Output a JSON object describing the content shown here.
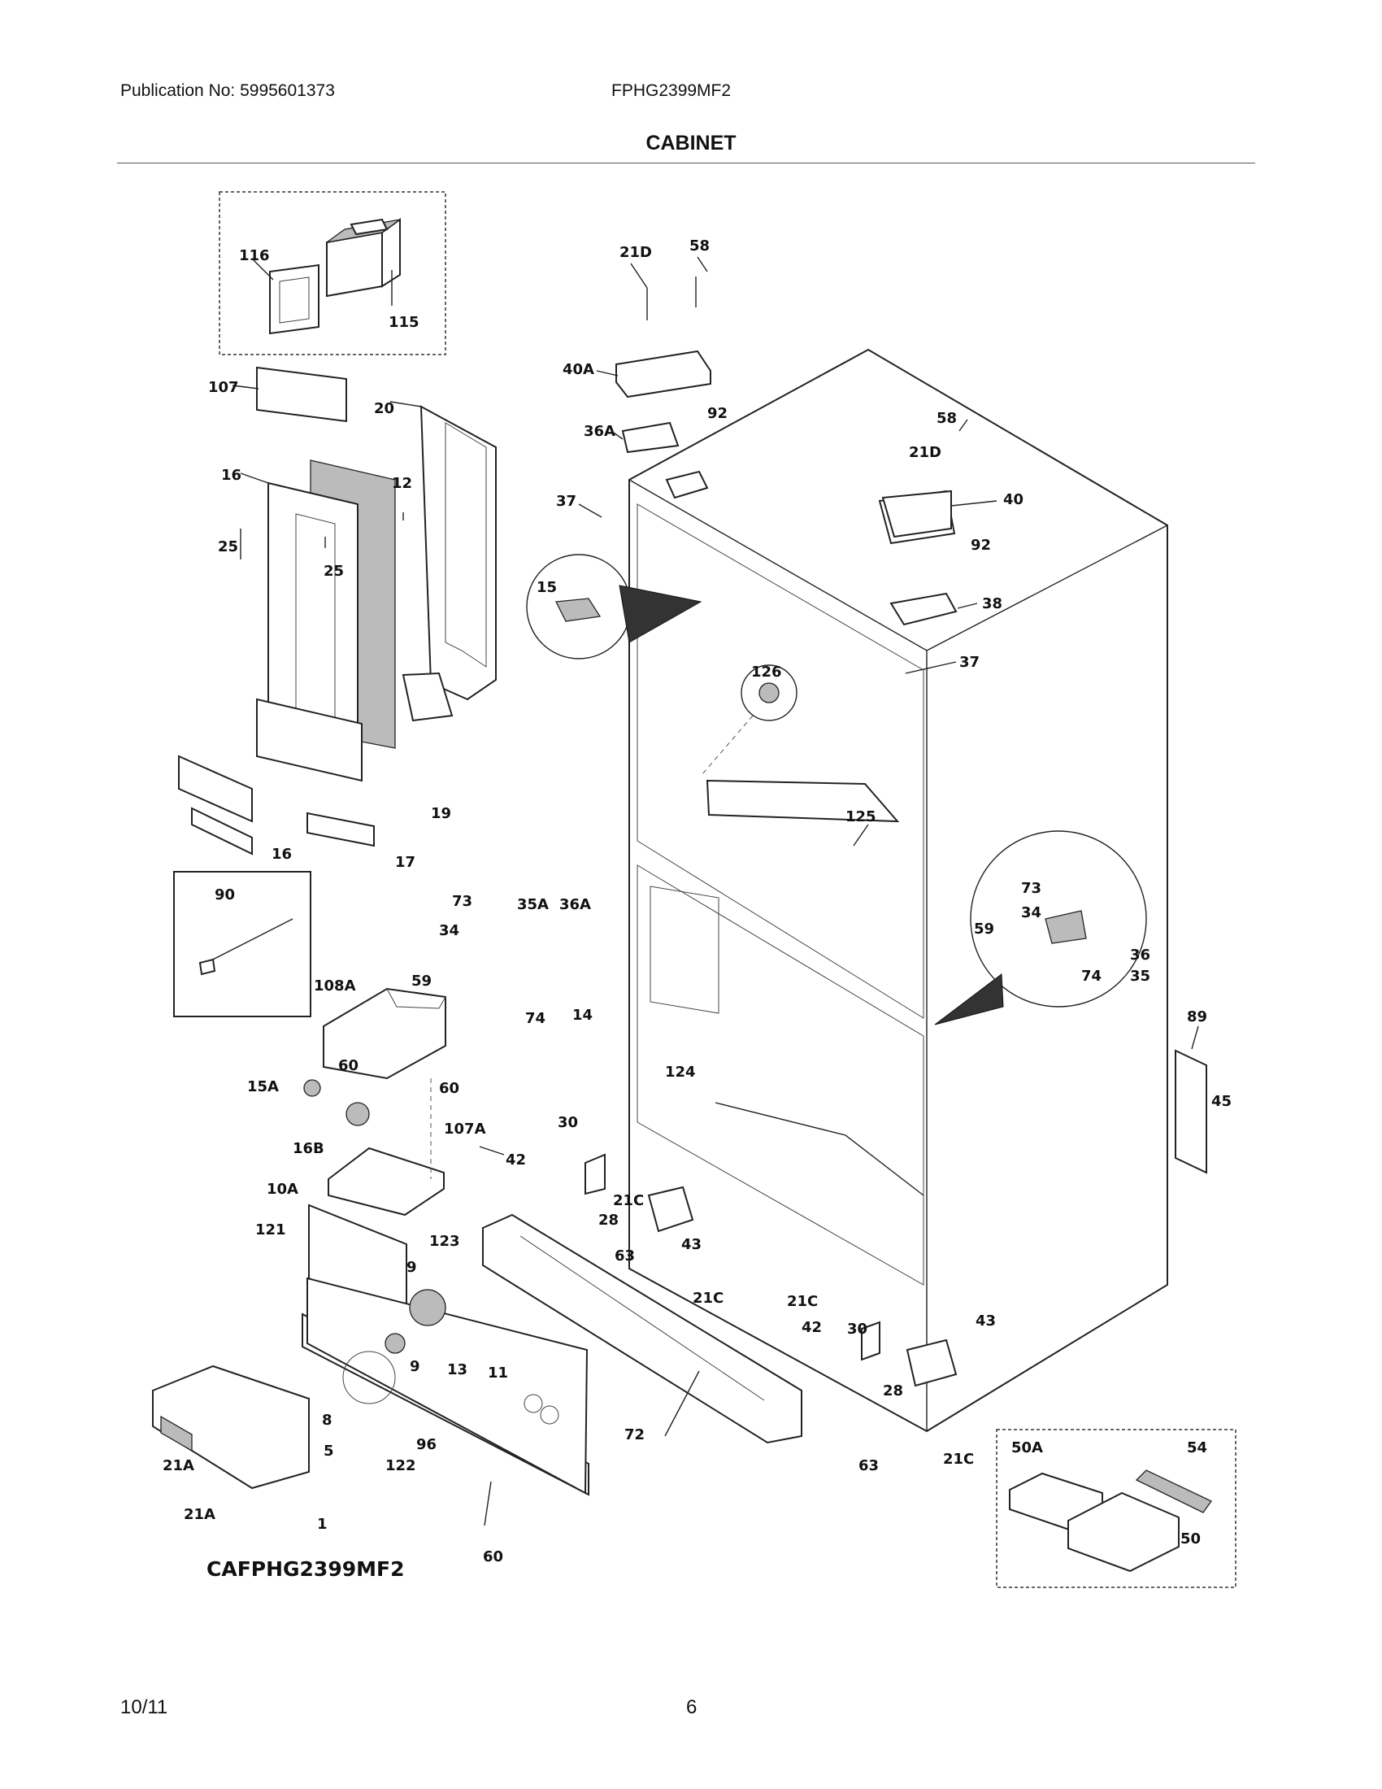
{
  "header": {
    "publication": "Publication No: 5995601373",
    "model": "FPHG2399MF2"
  },
  "title": "CABINET",
  "diagram": {
    "model_code": "CAFPHG2399MF2",
    "callouts": {
      "c116": "116",
      "c115": "115",
      "c21D_a": "21D",
      "c58_a": "58",
      "c40A": "40A",
      "c92_a": "92",
      "c36A_a": "36A",
      "c107": "107",
      "c20": "20",
      "c16_a": "16",
      "c12": "12",
      "c25_a": "25",
      "c25_b": "25",
      "c37_a": "37",
      "c15": "15",
      "c58_b": "58",
      "c21D_b": "21D",
      "c40": "40",
      "c92_b": "92",
      "c38": "38",
      "c37_b": "37",
      "c126": "126",
      "c19": "19",
      "c16_b": "16",
      "c17": "17",
      "c125": "125",
      "c73_a": "73",
      "c35A": "35A",
      "c36A_b": "36A",
      "c34_a": "34",
      "c59_a": "59",
      "c74_a": "74",
      "c90": "90",
      "c108A": "108A",
      "c14": "14",
      "c60_a": "60",
      "c15A": "15A",
      "c60_b": "60",
      "c16B": "16B",
      "c107A": "107A",
      "c124": "124",
      "c30_a": "30",
      "c42_a": "42",
      "c21C_a": "21C",
      "c28_a": "28",
      "c63_a": "63",
      "c43_a": "43",
      "c21C_b": "21C",
      "c73_b": "73",
      "c34_b": "34",
      "c59_b": "59",
      "c36": "36",
      "c74_b": "74",
      "c35": "35",
      "c89": "89",
      "c45": "45",
      "c10A": "10A",
      "c121": "121",
      "c123": "123",
      "c9_a": "9",
      "c9_b": "9",
      "c13": "13",
      "c11": "11",
      "c8": "8",
      "c5": "5",
      "c96": "96",
      "c122": "122",
      "c21A_a": "21A",
      "c21A_b": "21A",
      "c1": "1",
      "c60_c": "60",
      "c72": "72",
      "c21C_c": "21C",
      "c30_b": "30",
      "c42_b": "42",
      "c43_b": "43",
      "c28_b": "28",
      "c63_b": "63",
      "c21C_d": "21C",
      "c50A": "50A",
      "c54": "54",
      "c50": "50"
    }
  },
  "footer": {
    "date": "10/11",
    "page": "6"
  }
}
